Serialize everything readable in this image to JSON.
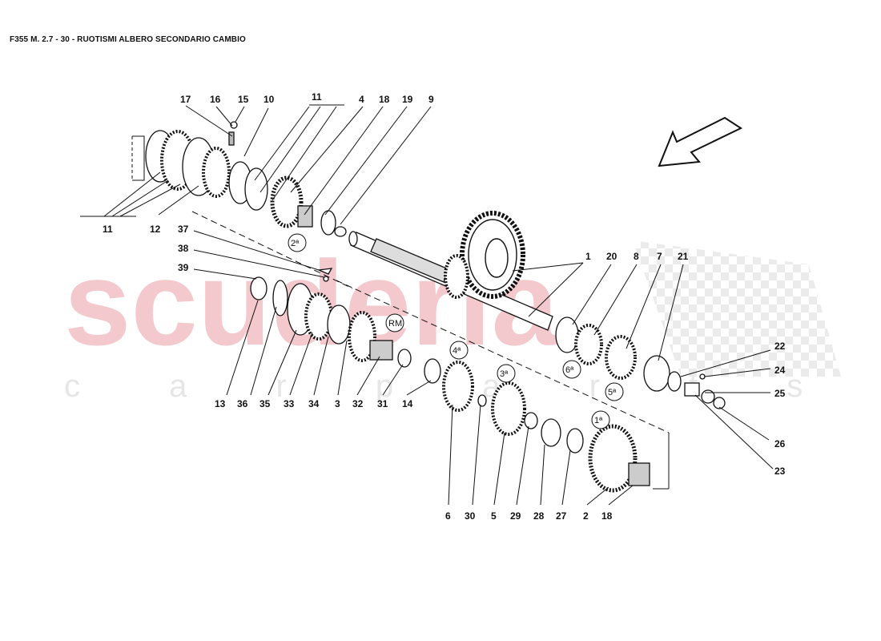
{
  "title": "F355 M. 2.7 - 30 - RUOTISMI ALBERO SECONDARIO CAMBIO",
  "watermark": {
    "brand": "scuderia",
    "sub": "c a r p a r t s"
  },
  "colors": {
    "ink": "#111111",
    "watermark_red": "#f4c9cd",
    "watermark_gray": "#e6e6e6"
  },
  "icons": {
    "direction": "arrow-icon"
  },
  "callouts": {
    "c17": "17",
    "c16": "16",
    "c15": "15",
    "c10": "10",
    "c11a": "11",
    "c4": "4",
    "c18a": "18",
    "c19": "19",
    "c9": "9",
    "c11b": "11",
    "c12": "12",
    "c37": "37",
    "c38": "38",
    "c39": "39",
    "c1": "1",
    "c20": "20",
    "c8": "8",
    "c7": "7",
    "c21": "21",
    "c22": "22",
    "c24": "24",
    "c25": "25",
    "c26": "26",
    "c23": "23",
    "c13": "13",
    "c36": "36",
    "c35": "35",
    "c33": "33",
    "c34": "34",
    "c3": "3",
    "c32": "32",
    "c31": "31",
    "c14": "14",
    "c6": "6",
    "c30": "30",
    "c5": "5",
    "c29": "29",
    "c28": "28",
    "c27": "27",
    "c2": "2",
    "c18b": "18"
  },
  "gear_labels": {
    "g2": "2ª",
    "g4": "4ª",
    "g3": "3ª",
    "g6": "6ª",
    "g5": "5ª",
    "g1": "1ª",
    "rm": "RM"
  }
}
